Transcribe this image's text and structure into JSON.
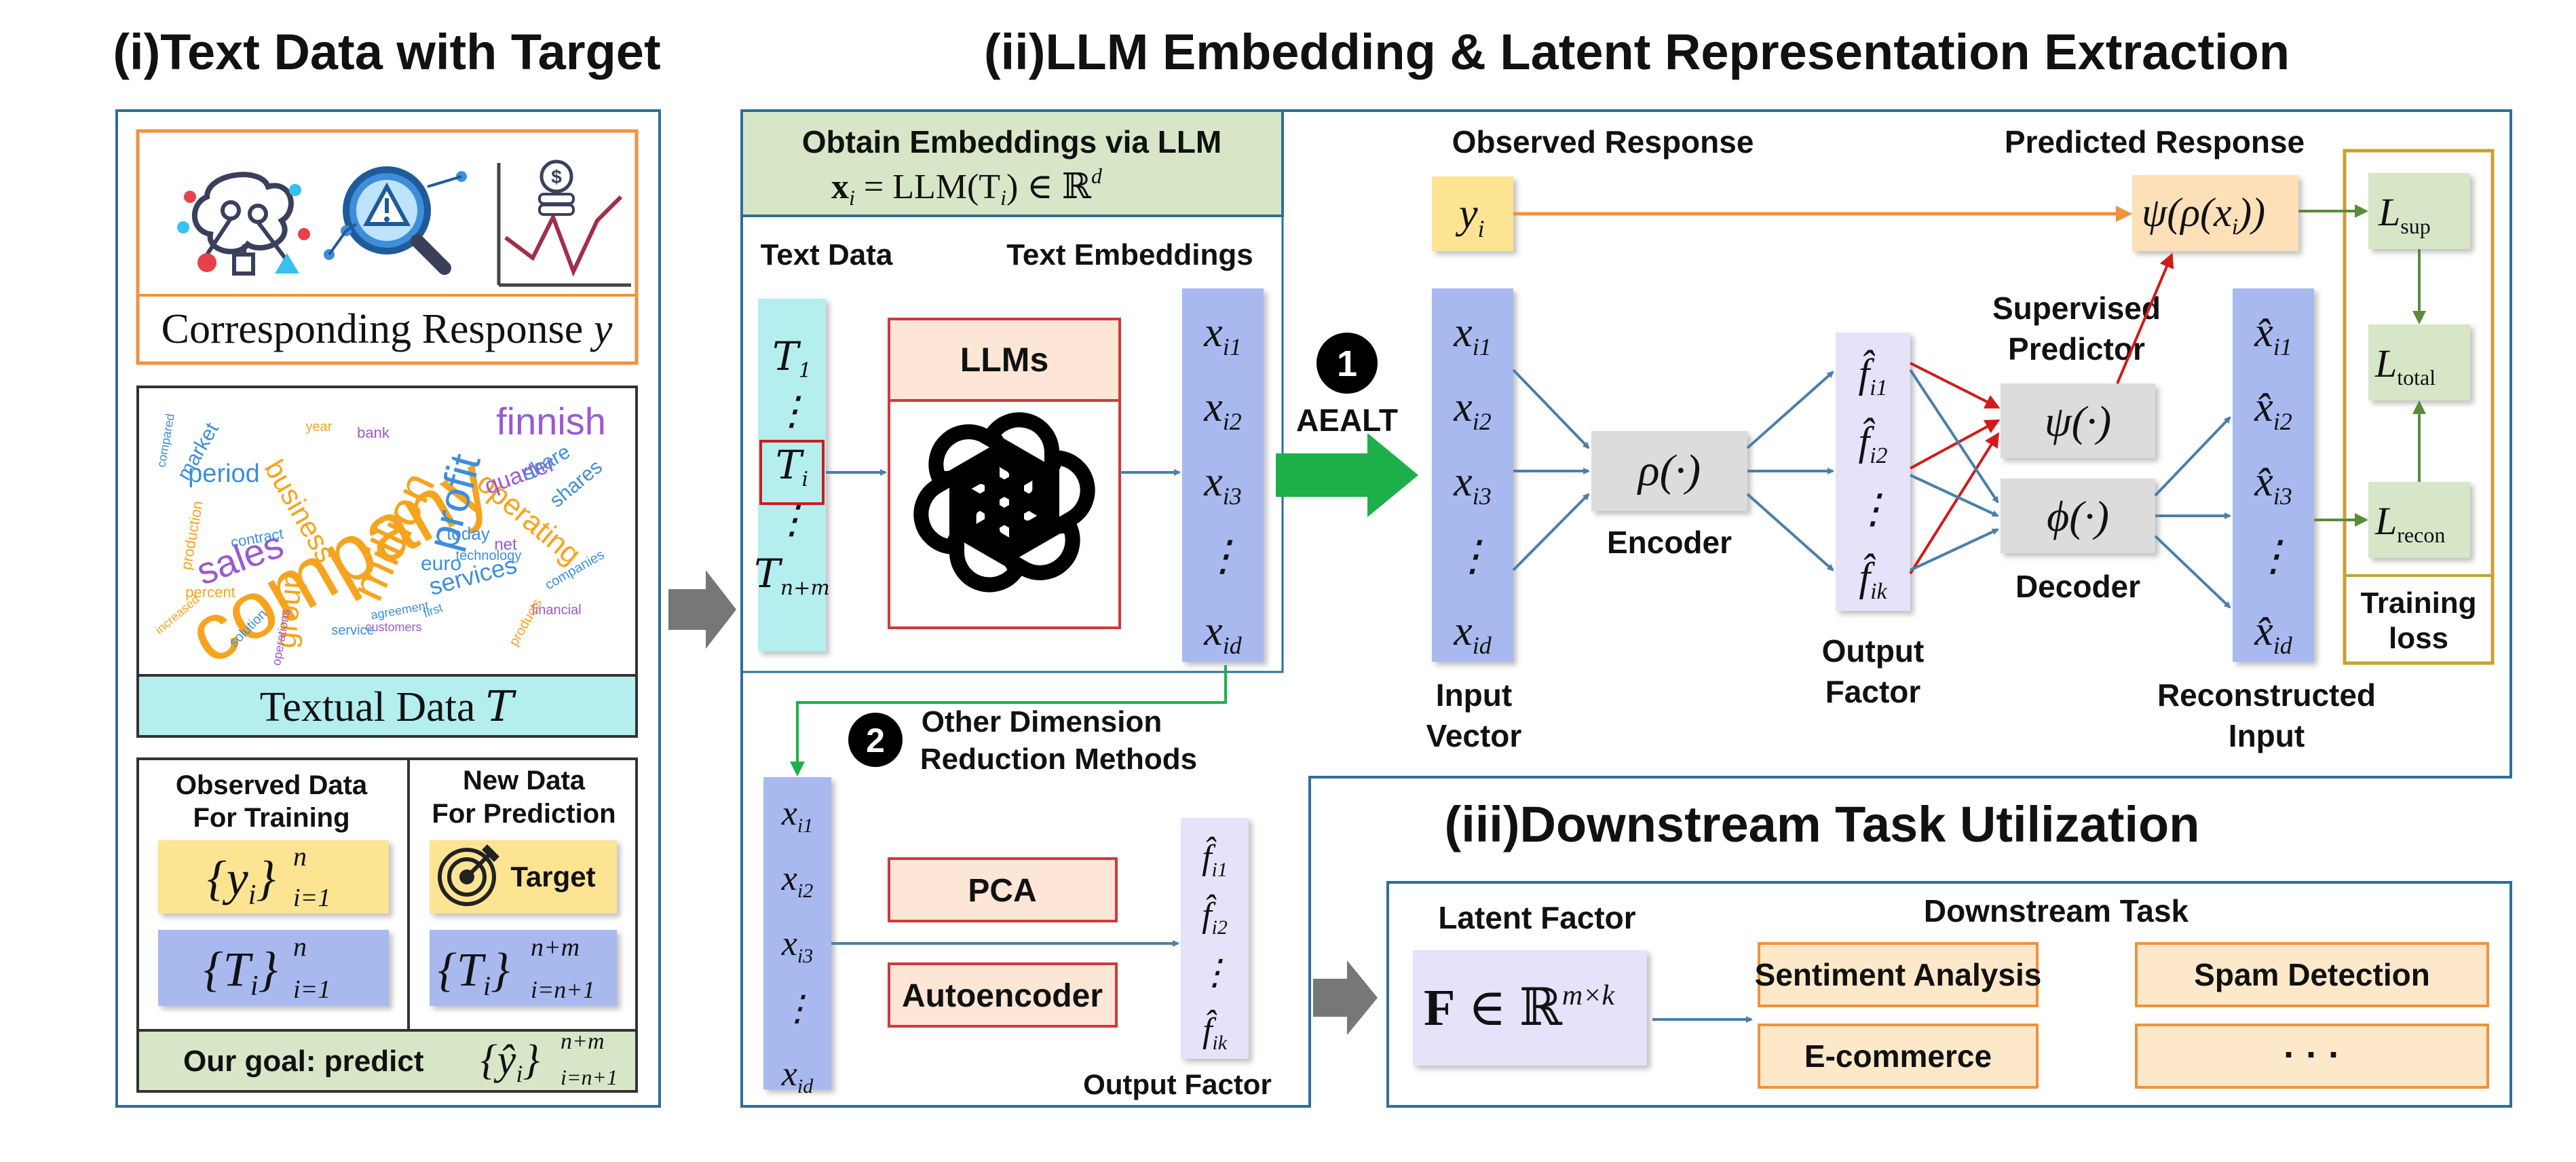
{
  "titles": {
    "section_i": "(i)Text Data with Target",
    "section_ii": "(ii)LLM Embedding & Latent Representation Extraction",
    "section_iii": "(iii)Downstream Task Utilization"
  },
  "panel_i": {
    "response_label": "Corresponding Response ",
    "response_symbol": "y",
    "word_cloud": [
      "company",
      "finnish",
      "profit",
      "million",
      "sales",
      "business",
      "operating",
      "group",
      "period",
      "market",
      "quarter",
      "share",
      "services",
      "shares",
      "euro",
      "today",
      "net",
      "bank",
      "production",
      "financial",
      "contract",
      "percent",
      "products",
      "technology",
      "companies",
      "customers",
      "solution",
      "service",
      "compared",
      "increased",
      "agreement",
      "operations",
      "year",
      "first"
    ],
    "textual_label": "Textual Data ",
    "textual_symbol": "T",
    "observed_title_1": "Observed Data",
    "observed_title_2": "For Training",
    "new_title_1": "New Data",
    "new_title_2": "For Prediction",
    "obs_y": "{y",
    "obs_y_sub": "i",
    "obs_y_close": "}",
    "obs_y_sup": "n",
    "obs_y_lower": "i=1",
    "obs_t": "{T",
    "obs_t_sub": "i",
    "obs_t_close": "}",
    "obs_t_sup": "n",
    "obs_t_lower": "i=1",
    "target": "Target",
    "new_t": "{T",
    "new_t_sub": "i",
    "new_t_close": "}",
    "new_t_sup": "n+m",
    "new_t_lower": "i=n+1",
    "goal_text": "Our goal: predict ",
    "goal_math": "{ŷ",
    "goal_sub": "i",
    "goal_close": "}",
    "goal_sup": "n+m",
    "goal_lower": "i=n+1"
  },
  "panel_ii": {
    "obtain_title": "Obtain Embeddings via LLM",
    "obtain_formula_x": "x",
    "obtain_formula_sub": "i",
    "obtain_formula_rest": " = LLM(T",
    "obtain_formula_sub2": "i",
    "obtain_formula_end": ") ∈ ℝ",
    "obtain_formula_sup": "d",
    "text_data": "Text Data",
    "text_embeddings": "Text Embeddings",
    "t_items": [
      {
        "sym": "T",
        "sub": "1"
      },
      {
        "sym": "⋮",
        "sub": ""
      },
      {
        "sym": "T",
        "sub": "i"
      },
      {
        "sym": "⋮",
        "sub": ""
      },
      {
        "sym": "T",
        "sub": "n+m"
      }
    ],
    "llms": "LLMs",
    "x_items": [
      {
        "sym": "x",
        "sub": "i1"
      },
      {
        "sym": "x",
        "sub": "i2"
      },
      {
        "sym": "x",
        "sub": "i3"
      },
      {
        "sym": "⋮",
        "sub": ""
      },
      {
        "sym": "x",
        "sub": "id"
      }
    ],
    "aealt_num": "1",
    "aealt": "AEALT",
    "other_num": "2",
    "other_1": "Other Dimension",
    "other_2": "Reduction Methods",
    "observed_response": "Observed Response",
    "predicted_response": "Predicted Response",
    "y_sym": "y",
    "y_sub": "i",
    "pred_formula": "ψ(ρ(x",
    "pred_sub": "i",
    "pred_end": "))",
    "input_vector_1": "Input",
    "input_vector_2": "Vector",
    "encoder_sym": "ρ(·)",
    "encoder": "Encoder",
    "f_items": [
      {
        "sym": "f̂",
        "sub": "i1"
      },
      {
        "sym": "f̂",
        "sub": "i2"
      },
      {
        "sym": "⋮",
        "sub": ""
      },
      {
        "sym": "f̂",
        "sub": "ik"
      }
    ],
    "output_factor_1": "Output",
    "output_factor_2": "Factor",
    "supervised_1": "Supervised",
    "supervised_2": "Predictor",
    "psi_sym": "ψ(·)",
    "phi_sym": "ϕ(·)",
    "decoder": "Decoder",
    "xhat_items": [
      {
        "sym": "x̂",
        "sub": "i1"
      },
      {
        "sym": "x̂",
        "sub": "i2"
      },
      {
        "sym": "x̂",
        "sub": "i3"
      },
      {
        "sym": "⋮",
        "sub": ""
      },
      {
        "sym": "x̂",
        "sub": "id"
      }
    ],
    "reconstructed_1": "Reconstructed",
    "reconstructed_2": "Input",
    "loss_sup": "sup",
    "loss_total": "total",
    "loss_recon": "recon",
    "loss_L": "L",
    "training_1": "Training",
    "training_2": "loss",
    "x_small_items": [
      {
        "sym": "x",
        "sub": "i1"
      },
      {
        "sym": "x",
        "sub": "i2"
      },
      {
        "sym": "x",
        "sub": "i3"
      },
      {
        "sym": "⋮",
        "sub": ""
      },
      {
        "sym": "x",
        "sub": "id"
      }
    ],
    "pca": "PCA",
    "autoencoder": "Autoencoder",
    "f_small_items": [
      {
        "sym": "f̂",
        "sub": "i1"
      },
      {
        "sym": "f̂",
        "sub": "i2"
      },
      {
        "sym": "⋮",
        "sub": ""
      },
      {
        "sym": "f̂",
        "sub": "ik"
      }
    ],
    "output_factor_small": "Output Factor"
  },
  "panel_iii": {
    "latent_factor": "Latent Factor",
    "latent_F": "F",
    "latent_rest": " ∈ ℝ",
    "latent_sup": "m×k",
    "downstream_task": "Downstream Task",
    "tasks": [
      "Sentiment Analysis",
      "Spam Detection",
      "E-commerce",
      "· · ·"
    ]
  },
  "colors": {
    "panel_border": "#2e6e99",
    "orange_border": "#f0923c",
    "cyan_fill": "#b5eeee",
    "blue_fill": "#a8b9ef",
    "yellow_fill": "#fce493",
    "green_fill": "#d8e6c8",
    "peach_fill": "#fde6d6",
    "lavender_fill": "#e6e2fa",
    "gray_fill": "#dcdcdc",
    "green_arrow": "#1db04a",
    "red_arrow": "#d11a1a",
    "orange_arrow": "#f0923c",
    "steel_arrow": "#4a7fa8",
    "gold_border": "#c5a232",
    "red_border": "#cc3b3b"
  }
}
